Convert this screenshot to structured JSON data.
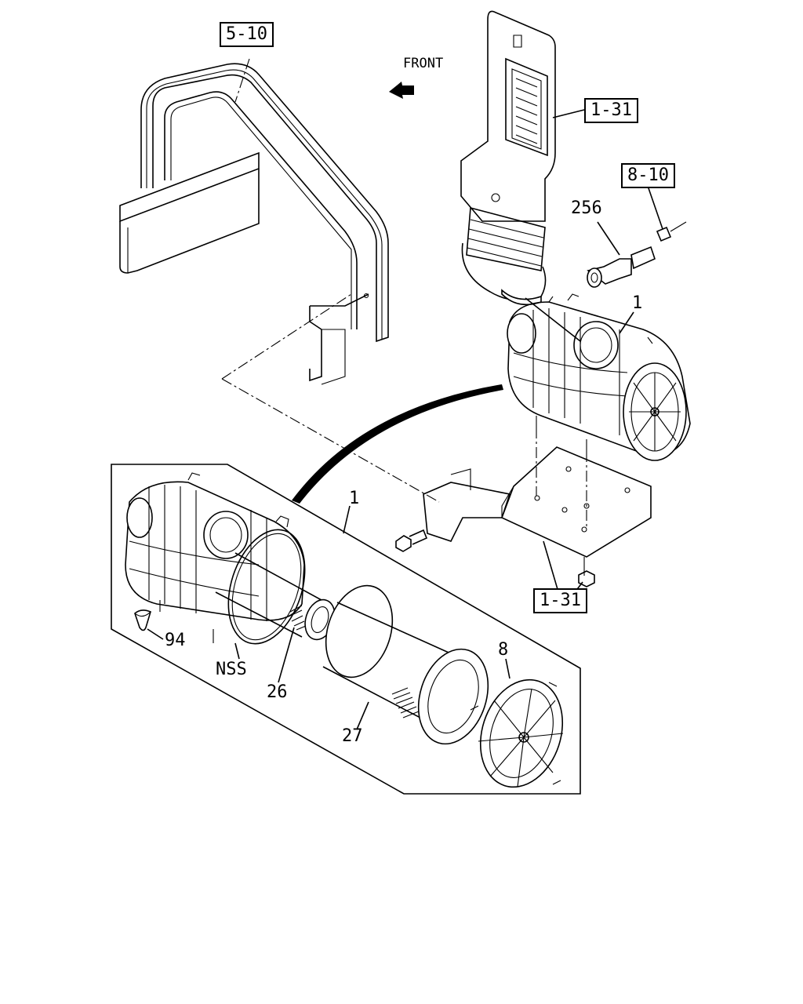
{
  "diagram": {
    "front_label": "FRONT",
    "refs": {
      "frame_ref": "5-10",
      "duct_ref": "1-31",
      "sensor_ref": "8-10",
      "bracket_ref": "1-31"
    },
    "callouts": {
      "sensor": "256",
      "assembly_top": "1",
      "assembly_detail": "1",
      "drain_valve": "94",
      "nss": "NSS",
      "inner_element": "26",
      "outer_element": "27",
      "cover": "8"
    }
  }
}
